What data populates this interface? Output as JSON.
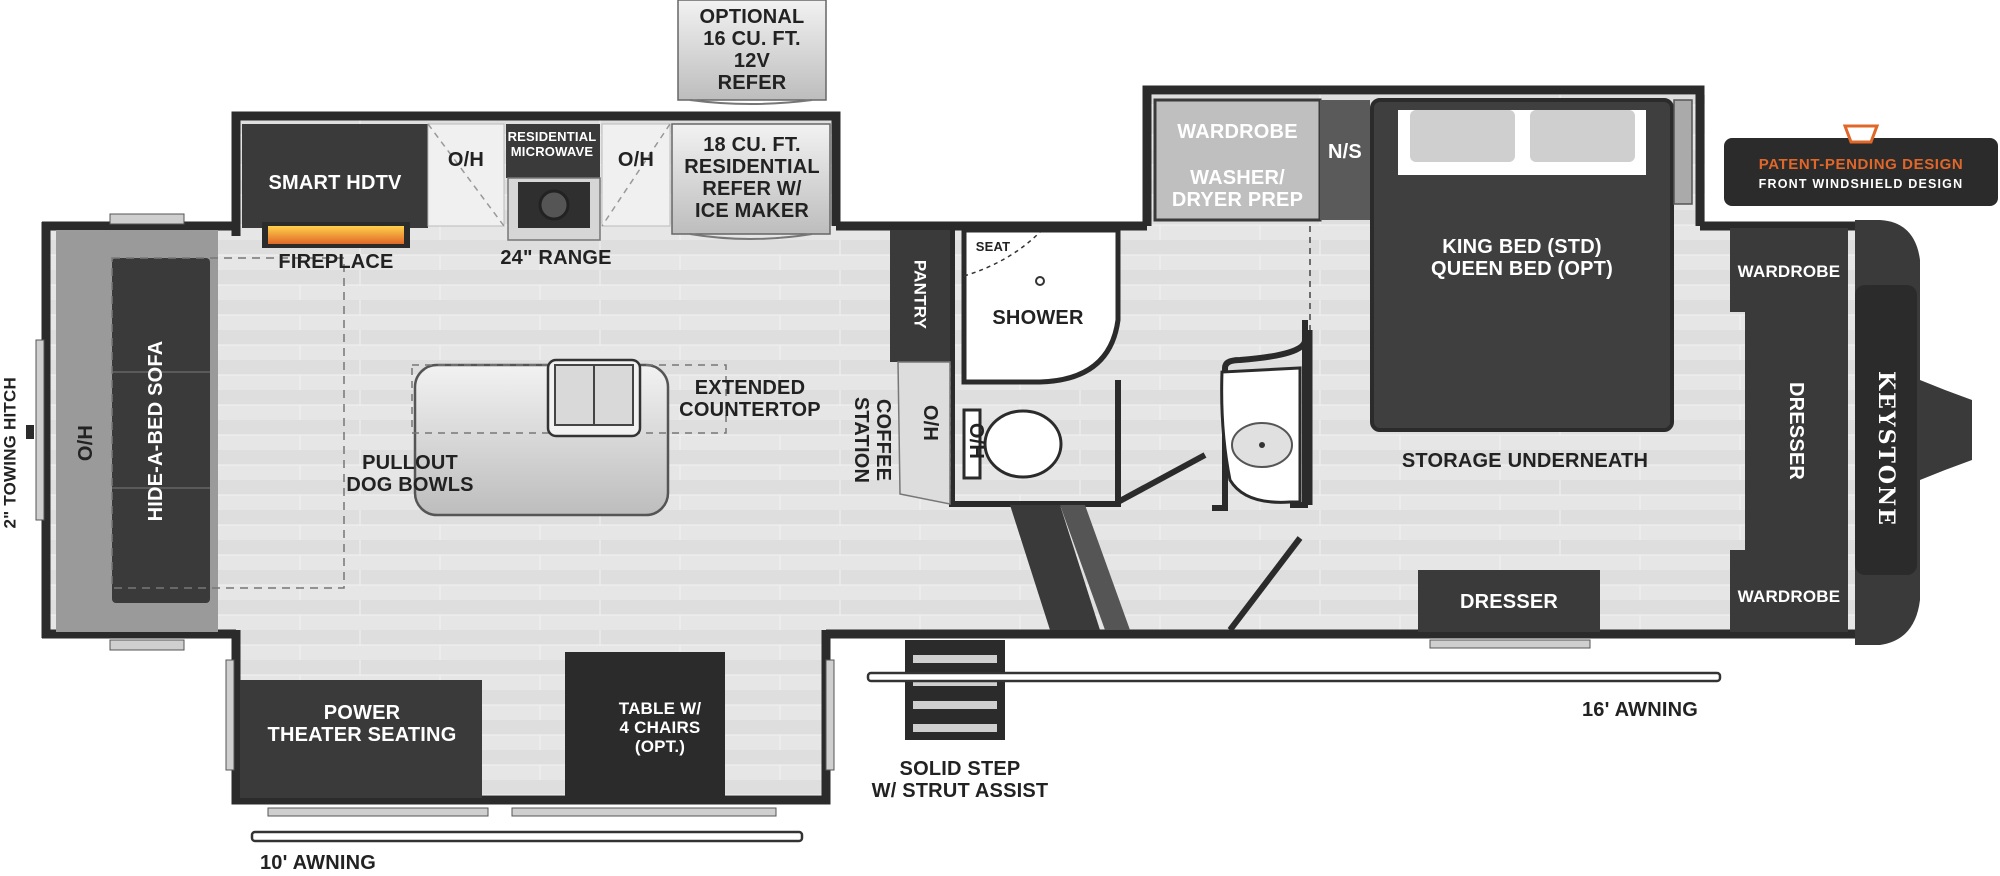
{
  "labels": {
    "optional_refer": "OPTIONAL\n16 CU. FT.\n12V\nREFER",
    "smart_hdtv": "SMART HDTV",
    "oh_left": "O/H",
    "residential_microwave": "RESIDENTIAL\nMICROWAVE",
    "oh_right": "O/H",
    "residential_refer": "18 CU. FT.\nRESIDENTIAL\nREFER W/\nICE MAKER",
    "fireplace": "FIREPLACE",
    "range": "24\" RANGE",
    "wardrobe_washer": "WARDROBE",
    "washer_dryer": "WASHER/\nDRYER PREP",
    "ns": "N/S",
    "king_bed": "KING BED (STD)\nQUEEN BED (OPT)",
    "wardrobe_top": "WARDROBE",
    "wardrobe_bottom": "WARDROBE",
    "dresser_front": "DRESSER",
    "dresser_side": "DRESSER",
    "storage_underneath": "STORAGE UNDERNEATH",
    "pantry": "PANTRY",
    "seat": "SEAT",
    "shower": "SHOWER",
    "coffee_station": "COFFEE\nSTATION",
    "oh_coffee": "O/H",
    "oh_toilet": "O/H",
    "extended_countertop": "EXTENDED\nCOUNTERTOP",
    "pullout_dog_bowls": "PULLOUT\nDOG BOWLS",
    "hide_a_bed_sofa": "HIDE-A-BED SOFA",
    "oh_sofa": "O/H",
    "towing_hitch": "2\" TOWING HITCH",
    "power_theater": "POWER\nTHEATER SEATING",
    "table_chairs": "TABLE W/\n4 CHAIRS\n(OPT.)",
    "solid_step": "SOLID STEP\nW/ STRUT ASSIST",
    "awning_16": "16' AWNING",
    "awning_10": "10' AWNING",
    "keystone": "KEYSTONE"
  },
  "badge": {
    "line1": "PATENT-PENDING DESIGN",
    "line2": "FRONT WINDSHIELD DESIGN"
  },
  "colors": {
    "wall": "#2b2b2b",
    "floor": "#e2e2e2",
    "furniture_dark": "#3a3a3a",
    "accent": "#e0672a"
  }
}
